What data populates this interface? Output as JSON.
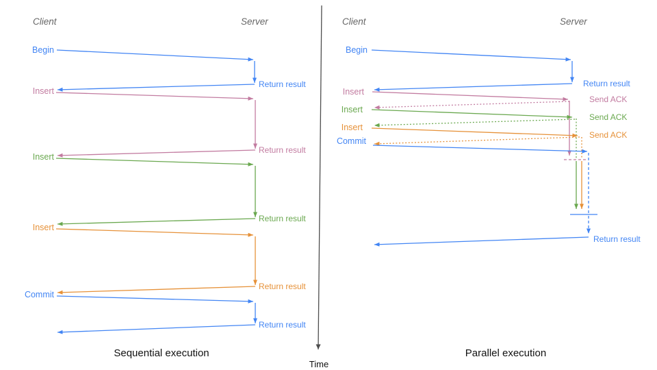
{
  "colors": {
    "blue": "#4285f4",
    "pink": "#c27ba0",
    "green": "#6aa84f",
    "orange": "#e69138",
    "header_gray": "#666666",
    "caption_black": "#111111",
    "time_axis": "#4d4d4d"
  },
  "time_axis": {
    "label": "Time"
  },
  "left": {
    "caption": "Sequential execution",
    "client_header": "Client",
    "server_header": "Server",
    "messages": [
      {
        "label": "Begin",
        "response": "Return result",
        "color": "#4285f4"
      },
      {
        "label": "Insert",
        "response": "Return result",
        "color": "#c27ba0"
      },
      {
        "label": "Insert",
        "response": "Return result",
        "color": "#6aa84f"
      },
      {
        "label": "Insert",
        "response": "Return result",
        "color": "#e69138"
      },
      {
        "label": "Commit",
        "response": "Return result",
        "color": "#4285f4"
      }
    ]
  },
  "right": {
    "caption": "Parallel execution",
    "client_header": "Client",
    "server_header": "Server",
    "messages": [
      {
        "label": "Begin",
        "response": "Return result",
        "color": "#4285f4"
      },
      {
        "label": "Insert",
        "response": "Send ACK",
        "color": "#c27ba0"
      },
      {
        "label": "Insert",
        "response": "Send ACK",
        "color": "#6aa84f"
      },
      {
        "label": "Insert",
        "response": "Send ACK",
        "color": "#e69138"
      },
      {
        "label": "Commit",
        "response": "Return result",
        "color": "#4285f4"
      }
    ]
  }
}
